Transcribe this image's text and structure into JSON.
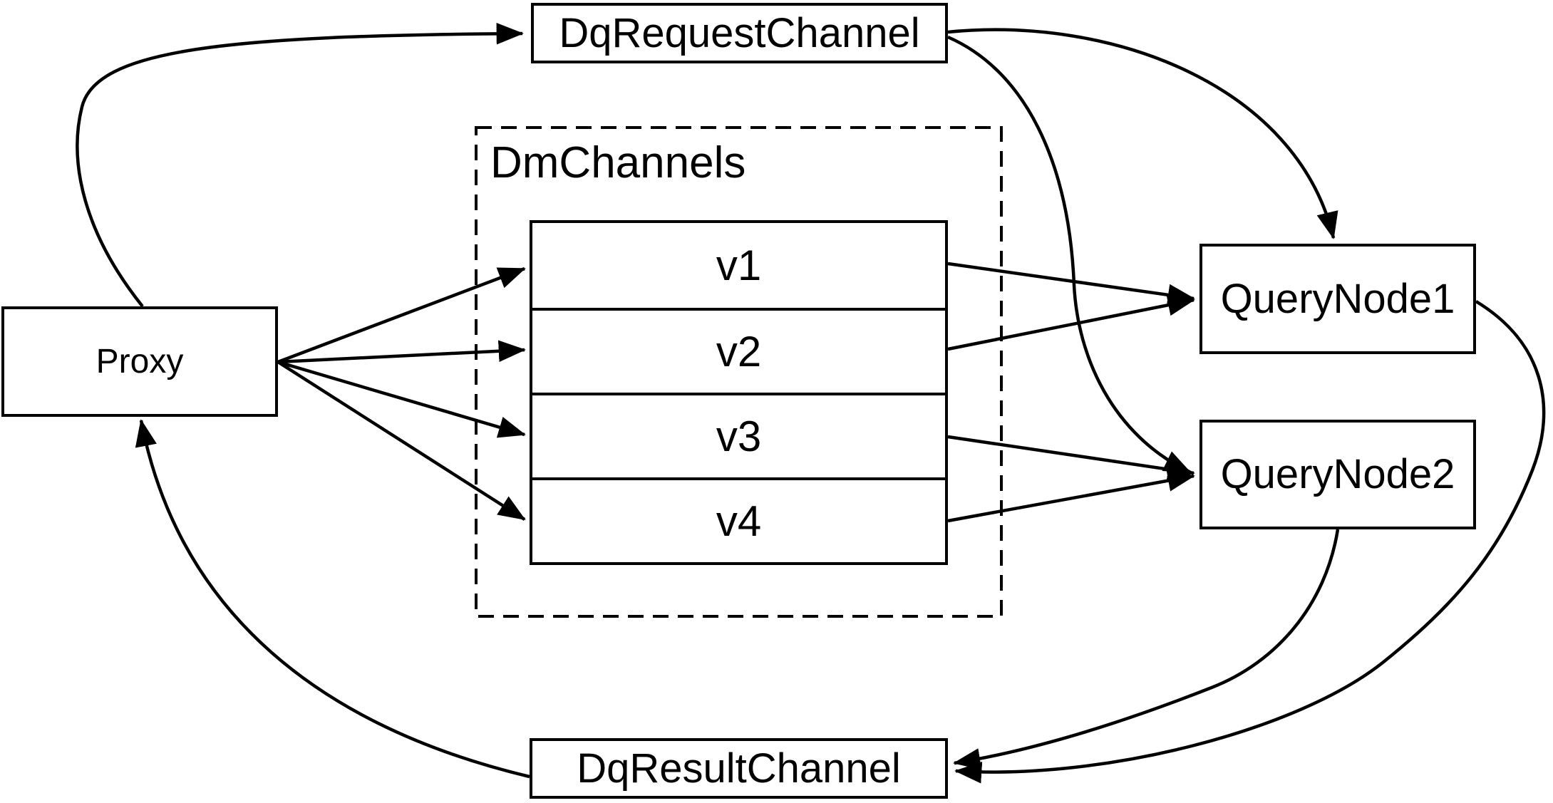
{
  "diagram": {
    "type": "architecture-flow-diagram",
    "colors": {
      "background": "#ffffff",
      "stroke": "#000000",
      "text": "#000000"
    },
    "nodes": {
      "proxy": {
        "label": "Proxy"
      },
      "dq_request_channel": {
        "label": "DqRequestChannel"
      },
      "dm_channels": {
        "label": "DmChannels",
        "channels": [
          {
            "label": "v1"
          },
          {
            "label": "v2"
          },
          {
            "label": "v3"
          },
          {
            "label": "v4"
          }
        ]
      },
      "query_node_1": {
        "label": "QueryNode1"
      },
      "query_node_2": {
        "label": "QueryNode2"
      },
      "dq_result_channel": {
        "label": "DqResultChannel"
      }
    },
    "edges": [
      {
        "from": "proxy",
        "to": "dq_request_channel",
        "style": "curved"
      },
      {
        "from": "proxy",
        "to": "dm_channels.v1",
        "style": "straight"
      },
      {
        "from": "proxy",
        "to": "dm_channels.v2",
        "style": "straight"
      },
      {
        "from": "proxy",
        "to": "dm_channels.v3",
        "style": "straight"
      },
      {
        "from": "proxy",
        "to": "dm_channels.v4",
        "style": "straight"
      },
      {
        "from": "dm_channels.v1",
        "to": "query_node_1",
        "style": "straight"
      },
      {
        "from": "dm_channels.v2",
        "to": "query_node_1",
        "style": "straight"
      },
      {
        "from": "dm_channels.v3",
        "to": "query_node_2",
        "style": "straight"
      },
      {
        "from": "dm_channels.v4",
        "to": "query_node_2",
        "style": "straight"
      },
      {
        "from": "dq_request_channel",
        "to": "query_node_1",
        "style": "curved"
      },
      {
        "from": "dq_request_channel",
        "to": "query_node_2",
        "style": "curved"
      },
      {
        "from": "query_node_1",
        "to": "dq_result_channel",
        "style": "curved"
      },
      {
        "from": "query_node_2",
        "to": "dq_result_channel",
        "style": "curved"
      },
      {
        "from": "dq_result_channel",
        "to": "proxy",
        "style": "curved"
      }
    ]
  }
}
